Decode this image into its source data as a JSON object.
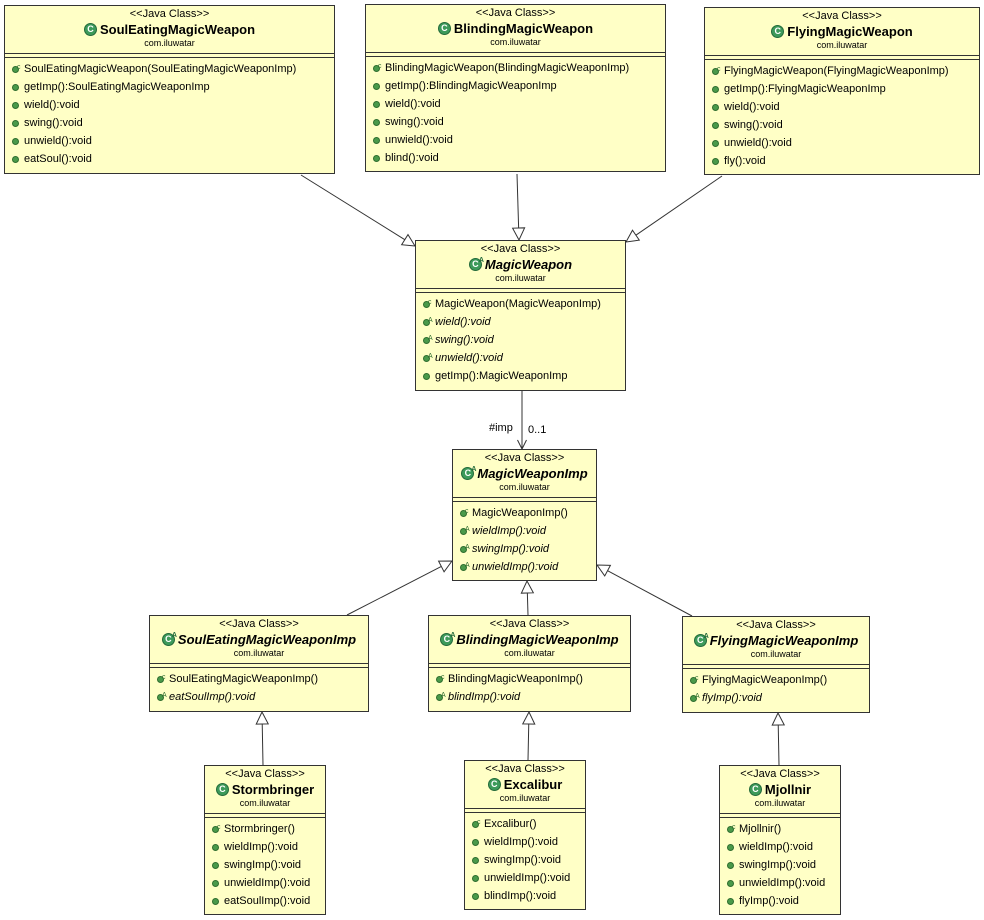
{
  "diagram": {
    "stereotype": "<<Java Class>>",
    "classes": [
      {
        "id": "SoulEatingMagicWeapon",
        "name": "SoulEatingMagicWeapon",
        "package": "com.iluwatar",
        "abstract": false,
        "ops": [
          {
            "text": "SoulEatingMagicWeapon(SoulEatingMagicWeaponImp)",
            "kind": "ctor"
          },
          {
            "text": "getImp():SoulEatingMagicWeaponImp",
            "kind": "pub"
          },
          {
            "text": "wield():void",
            "kind": "pub"
          },
          {
            "text": "swing():void",
            "kind": "pub"
          },
          {
            "text": "unwield():void",
            "kind": "pub"
          },
          {
            "text": "eatSoul():void",
            "kind": "pub"
          }
        ]
      },
      {
        "id": "BlindingMagicWeapon",
        "name": "BlindingMagicWeapon",
        "package": "com.iluwatar",
        "abstract": false,
        "ops": [
          {
            "text": "BlindingMagicWeapon(BlindingMagicWeaponImp)",
            "kind": "ctor"
          },
          {
            "text": "getImp():BlindingMagicWeaponImp",
            "kind": "pub"
          },
          {
            "text": "wield():void",
            "kind": "pub"
          },
          {
            "text": "swing():void",
            "kind": "pub"
          },
          {
            "text": "unwield():void",
            "kind": "pub"
          },
          {
            "text": "blind():void",
            "kind": "pub"
          }
        ]
      },
      {
        "id": "FlyingMagicWeapon",
        "name": "FlyingMagicWeapon",
        "package": "com.iluwatar",
        "abstract": false,
        "ops": [
          {
            "text": "FlyingMagicWeapon(FlyingMagicWeaponImp)",
            "kind": "ctor"
          },
          {
            "text": "getImp():FlyingMagicWeaponImp",
            "kind": "pub"
          },
          {
            "text": "wield():void",
            "kind": "pub"
          },
          {
            "text": "swing():void",
            "kind": "pub"
          },
          {
            "text": "unwield():void",
            "kind": "pub"
          },
          {
            "text": "fly():void",
            "kind": "pub"
          }
        ]
      },
      {
        "id": "MagicWeapon",
        "name": "MagicWeapon",
        "package": "com.iluwatar",
        "abstract": true,
        "ops": [
          {
            "text": "MagicWeapon(MagicWeaponImp)",
            "kind": "ctor"
          },
          {
            "text": "wield():void",
            "kind": "abstract"
          },
          {
            "text": "swing():void",
            "kind": "abstract"
          },
          {
            "text": "unwield():void",
            "kind": "abstract"
          },
          {
            "text": "getImp():MagicWeaponImp",
            "kind": "pub"
          }
        ]
      },
      {
        "id": "MagicWeaponImp",
        "name": "MagicWeaponImp",
        "package": "com.iluwatar",
        "abstract": true,
        "ops": [
          {
            "text": "MagicWeaponImp()",
            "kind": "ctor"
          },
          {
            "text": "wieldImp():void",
            "kind": "abstract"
          },
          {
            "text": "swingImp():void",
            "kind": "abstract"
          },
          {
            "text": "unwieldImp():void",
            "kind": "abstract"
          }
        ]
      },
      {
        "id": "SoulEatingMagicWeaponImp",
        "name": "SoulEatingMagicWeaponImp",
        "package": "com.iluwatar",
        "abstract": true,
        "ops": [
          {
            "text": "SoulEatingMagicWeaponImp()",
            "kind": "ctor"
          },
          {
            "text": "eatSoulImp():void",
            "kind": "abstract"
          }
        ]
      },
      {
        "id": "BlindingMagicWeaponImp",
        "name": "BlindingMagicWeaponImp",
        "package": "com.iluwatar",
        "abstract": true,
        "ops": [
          {
            "text": "BlindingMagicWeaponImp()",
            "kind": "ctor"
          },
          {
            "text": "blindImp():void",
            "kind": "abstract"
          }
        ]
      },
      {
        "id": "FlyingMagicWeaponImp",
        "name": "FlyingMagicWeaponImp",
        "package": "com.iluwatar",
        "abstract": true,
        "ops": [
          {
            "text": "FlyingMagicWeaponImp()",
            "kind": "ctor"
          },
          {
            "text": "flyImp():void",
            "kind": "abstract"
          }
        ]
      },
      {
        "id": "Stormbringer",
        "name": "Stormbringer",
        "package": "com.iluwatar",
        "abstract": false,
        "ops": [
          {
            "text": "Stormbringer()",
            "kind": "ctor"
          },
          {
            "text": "wieldImp():void",
            "kind": "pub"
          },
          {
            "text": "swingImp():void",
            "kind": "pub"
          },
          {
            "text": "unwieldImp():void",
            "kind": "pub"
          },
          {
            "text": "eatSoulImp():void",
            "kind": "pub"
          }
        ]
      },
      {
        "id": "Excalibur",
        "name": "Excalibur",
        "package": "com.iluwatar",
        "abstract": false,
        "ops": [
          {
            "text": "Excalibur()",
            "kind": "ctor"
          },
          {
            "text": "wieldImp():void",
            "kind": "pub"
          },
          {
            "text": "swingImp():void",
            "kind": "pub"
          },
          {
            "text": "unwieldImp():void",
            "kind": "pub"
          },
          {
            "text": "blindImp():void",
            "kind": "pub"
          }
        ]
      },
      {
        "id": "Mjollnir",
        "name": "Mjollnir",
        "package": "com.iluwatar",
        "abstract": false,
        "ops": [
          {
            "text": "Mjollnir()",
            "kind": "ctor"
          },
          {
            "text": "wieldImp():void",
            "kind": "pub"
          },
          {
            "text": "swingImp():void",
            "kind": "pub"
          },
          {
            "text": "unwieldImp():void",
            "kind": "pub"
          },
          {
            "text": "flyImp():void",
            "kind": "pub"
          }
        ]
      }
    ],
    "relations": [
      {
        "type": "generalization",
        "from": "SoulEatingMagicWeapon",
        "to": "MagicWeapon"
      },
      {
        "type": "generalization",
        "from": "BlindingMagicWeapon",
        "to": "MagicWeapon"
      },
      {
        "type": "generalization",
        "from": "FlyingMagicWeapon",
        "to": "MagicWeapon"
      },
      {
        "type": "association",
        "from": "MagicWeapon",
        "to": "MagicWeaponImp",
        "role": "#imp",
        "multiplicity": "0..1"
      },
      {
        "type": "generalization",
        "from": "SoulEatingMagicWeaponImp",
        "to": "MagicWeaponImp"
      },
      {
        "type": "generalization",
        "from": "BlindingMagicWeaponImp",
        "to": "MagicWeaponImp"
      },
      {
        "type": "generalization",
        "from": "FlyingMagicWeaponImp",
        "to": "MagicWeaponImp"
      },
      {
        "type": "generalization",
        "from": "Stormbringer",
        "to": "SoulEatingMagicWeaponImp"
      },
      {
        "type": "generalization",
        "from": "Excalibur",
        "to": "BlindingMagicWeaponImp"
      },
      {
        "type": "generalization",
        "from": "Mjollnir",
        "to": "FlyingMagicWeaponImp"
      }
    ],
    "colors": {
      "class_fill": "#ffffc6",
      "border": "#333333",
      "icon": "#3d9a5a"
    }
  }
}
